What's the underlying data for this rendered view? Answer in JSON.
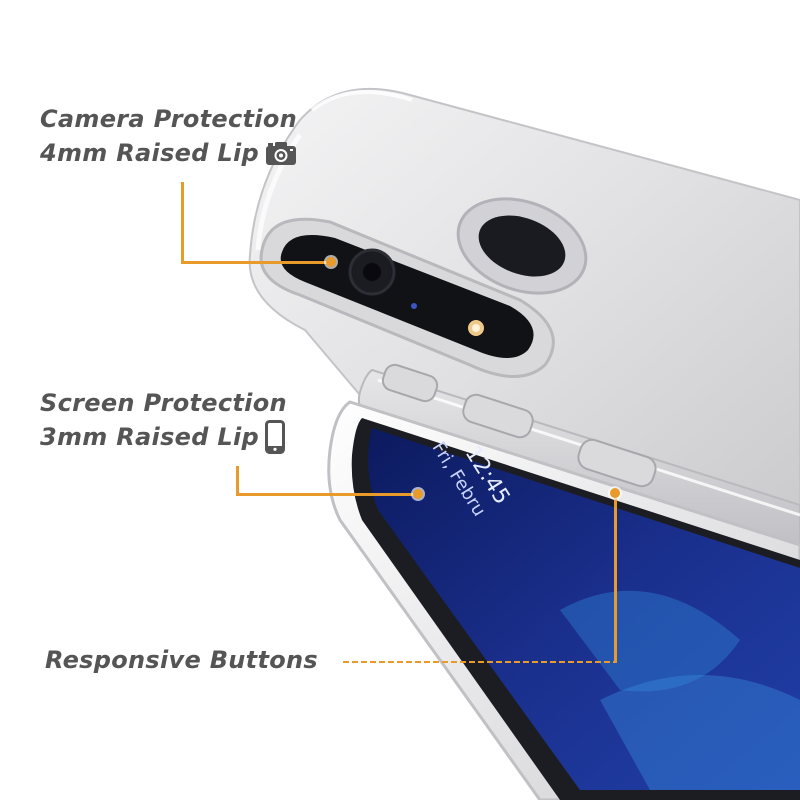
{
  "callouts": {
    "camera": {
      "line1": "Camera Protection",
      "line2": "4mm Raised Lip",
      "icon": "camera-icon"
    },
    "screen": {
      "line1": "Screen Protection",
      "line2": "3mm Raised Lip",
      "icon": "phone-icon"
    },
    "buttons": {
      "line1": "Responsive Buttons"
    }
  },
  "lockscreen": {
    "time": "12:45",
    "date": "Fri, Febru"
  },
  "colors": {
    "label_text": "#555555",
    "callout_line": "#e89a2b",
    "screen_blue": "#1a2f8c"
  }
}
